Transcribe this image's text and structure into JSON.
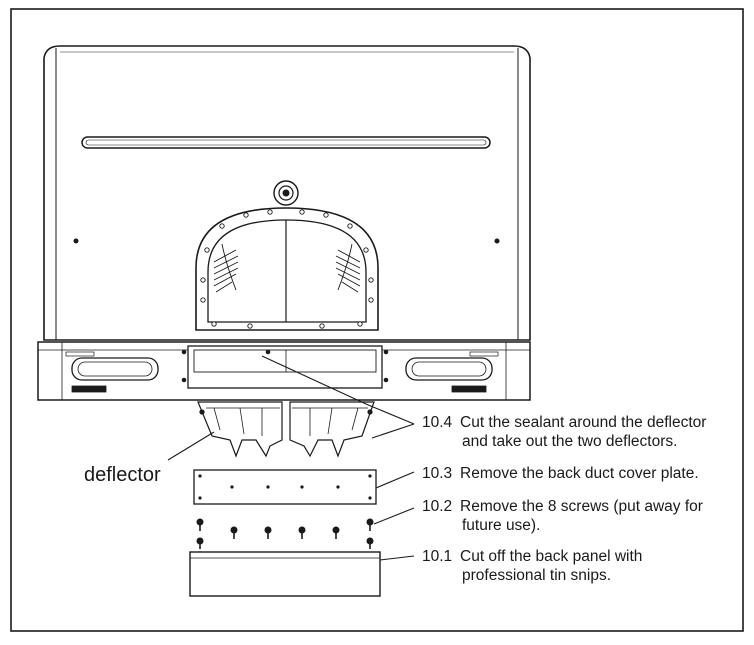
{
  "labels": {
    "deflector": "deflector"
  },
  "steps": [
    {
      "number": "10.4",
      "line1": "Cut the sealant around the deflector",
      "line2": "and take out the two deflectors."
    },
    {
      "number": "10.3",
      "line1": "Remove the back duct cover plate.",
      "line2": ""
    },
    {
      "number": "10.2",
      "line1": "Remove the 8 screws (put away for",
      "line2": "future use)."
    },
    {
      "number": "10.1",
      "line1": "Cut off the back panel with",
      "line2": "professional tin snips."
    }
  ],
  "colors": {
    "line": "#1a1a1a",
    "panel": "#ffffff",
    "shade": "#d8d8d8"
  }
}
